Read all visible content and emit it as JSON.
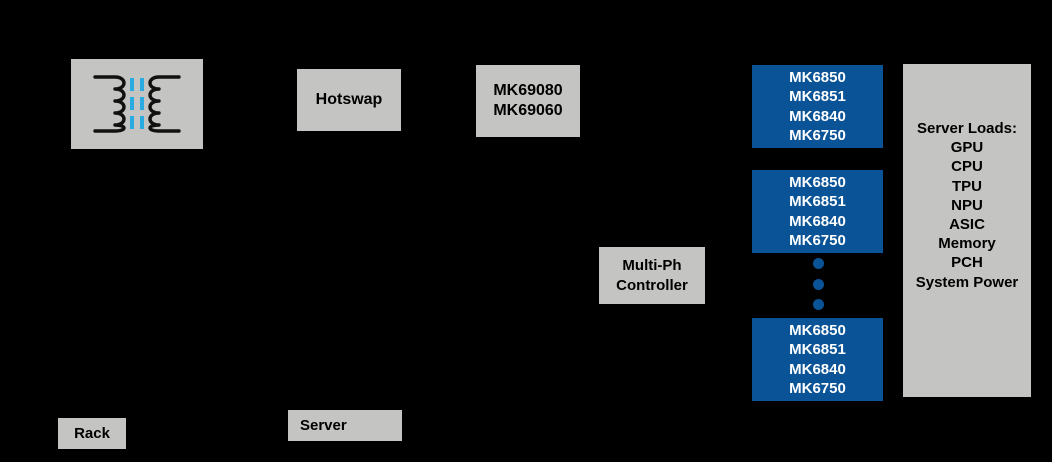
{
  "diagram": {
    "background_color": "#000000",
    "grey_fill": "#c4c4c2",
    "blue_fill": "#0a5397",
    "core_color": "#29abe2",
    "blocks": {
      "transformer": {
        "icon": "transformer-icon"
      },
      "hotswap": {
        "label": "Hotswap"
      },
      "pmbus": {
        "line1": "MK69080",
        "line2": "MK69060"
      },
      "controller": {
        "line1": "Multi-Ph",
        "line2": "Controller"
      },
      "power_stages": {
        "parts": [
          "MK6850",
          "MK6851",
          "MK6840",
          "MK6750"
        ],
        "ellipsis_dots": 3
      },
      "server_loads": {
        "title": "Server Loads:",
        "items": [
          "GPU",
          "CPU",
          "TPU",
          "NPU",
          "ASIC",
          "Memory",
          "PCH",
          "System Power"
        ]
      }
    },
    "legend": {
      "rack": "Rack",
      "server": "Server"
    }
  }
}
